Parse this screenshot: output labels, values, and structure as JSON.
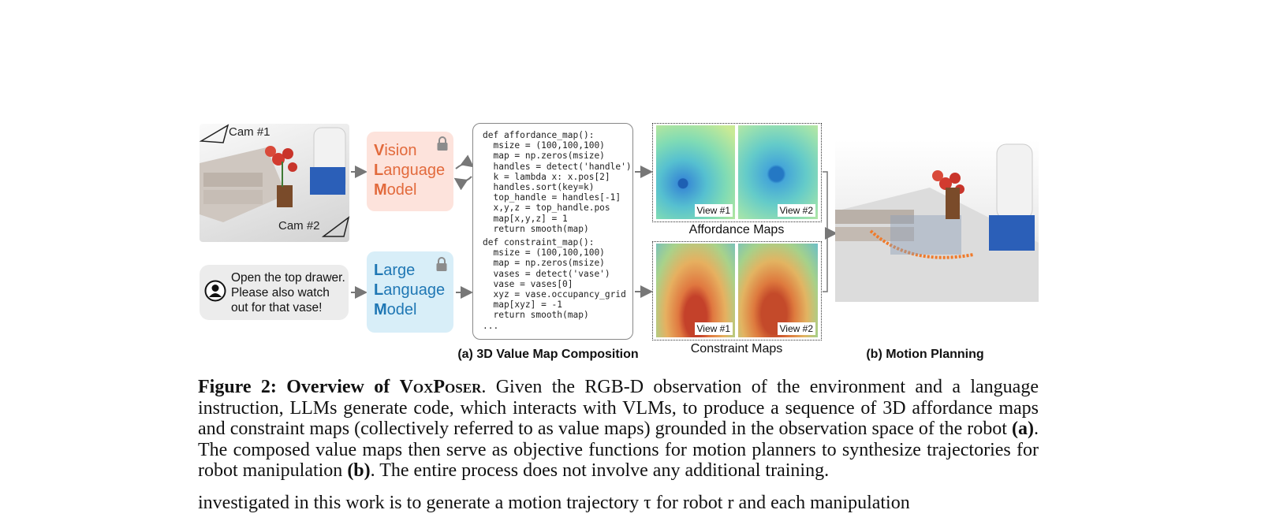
{
  "panel_a": {
    "cam1_label": "Cam #1",
    "cam2_label": "Cam #2",
    "instruction": [
      "Open the top drawer.",
      "Please also watch",
      "out for that vase!"
    ],
    "vlm": [
      {
        "initial": "V",
        "rest": "ision"
      },
      {
        "initial": "L",
        "rest": "anguage"
      },
      {
        "initial": "M",
        "rest": "odel"
      }
    ],
    "llm": [
      {
        "initial": "L",
        "rest": "arge"
      },
      {
        "initial": "L",
        "rest": "anguage"
      },
      {
        "initial": "M",
        "rest": "odel"
      }
    ],
    "code_affordance": "def affordance_map():\n  msize = (100,100,100)\n  map = np.zeros(msize)\n  handles = detect('handle')\n  k = lambda x: x.pos[2]\n  handles.sort(key=k)\n  top_handle = handles[-1]\n  x,y,z = top_handle.pos\n  map[x,y,z] = 1\n  return smooth(map)",
    "code_constraint": "def constraint_map():\n  msize = (100,100,100)\n  map = np.zeros(msize)\n  vases = detect('vase')\n  vase = vases[0]\n  xyz = vase.occupancy_grid\n  map[xyz] = -1\n  return smooth(map)\n...",
    "view1_label": "View #1",
    "view2_label": "View #2",
    "affordance_title": "Affordance Maps",
    "constraint_title": "Constraint Maps",
    "subcaption": "(a) 3D Value Map Composition"
  },
  "panel_b": {
    "subcaption": "(b) Motion Planning"
  },
  "caption": {
    "figure_label": "Figure 2:",
    "title_prefix": "Overview of ",
    "title_name": "VoxPoser",
    "text_1": ". Given the RGB-D observation of the environment and a language instruction, LLMs generate code, which interacts with VLMs, to produce a sequence of 3D affordance maps and constraint maps (collectively referred to as value maps) grounded in the observation space of the robot ",
    "ref_a": "(a)",
    "text_2": ". The composed value maps then serve as objective functions for motion planners to synthesize trajectories for robot manipulation ",
    "ref_b": "(b)",
    "text_3": ". The entire process does not involve any additional training."
  },
  "body_text": "investigated in this work is to generate a motion trajectory τ for robot r and each manipulation"
}
